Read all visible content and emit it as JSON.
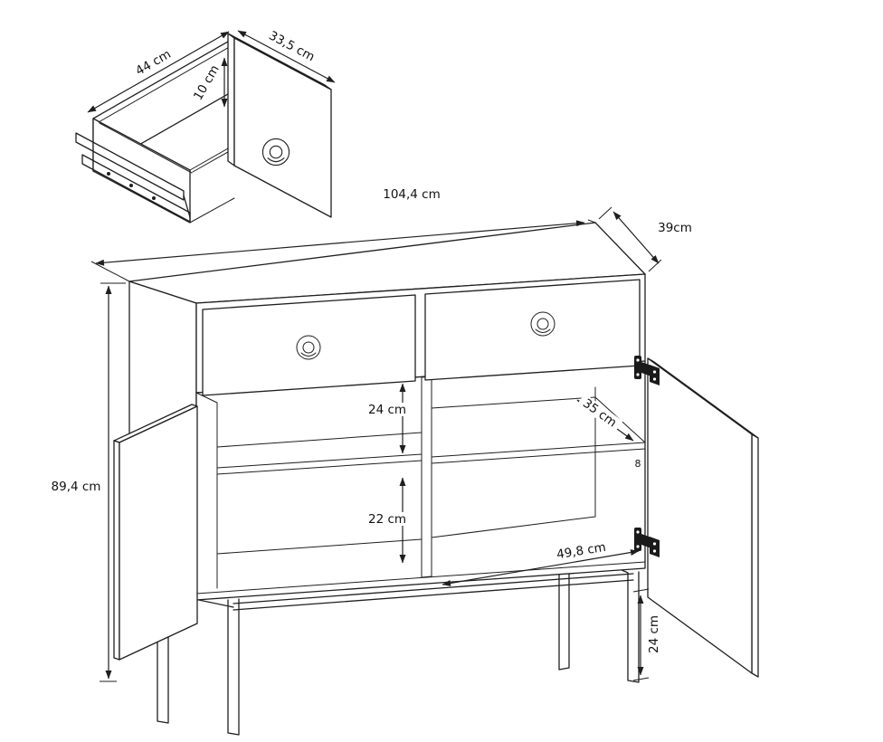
{
  "diagram": {
    "kind": "furniture-technical-drawing",
    "subject": "sideboard with two drawers and two doors",
    "colors": {
      "line": "#1f1f1f",
      "background": "#ffffff"
    }
  },
  "drawer_detail": {
    "width_label": "44 cm",
    "height_label": "10 cm",
    "depth_label": "33,5 cm"
  },
  "cabinet": {
    "width_label": "104,4 cm",
    "depth_label": "39cm",
    "height_label": "89,4 cm",
    "shelf_clearance_top_label": "24 cm",
    "shelf_clearance_bottom_label": "22 cm",
    "shelf_depth_label": "35 cm",
    "compartment_width_label": "49,8 cm",
    "leg_height_label": "24 cm",
    "thickness_label": "8"
  }
}
